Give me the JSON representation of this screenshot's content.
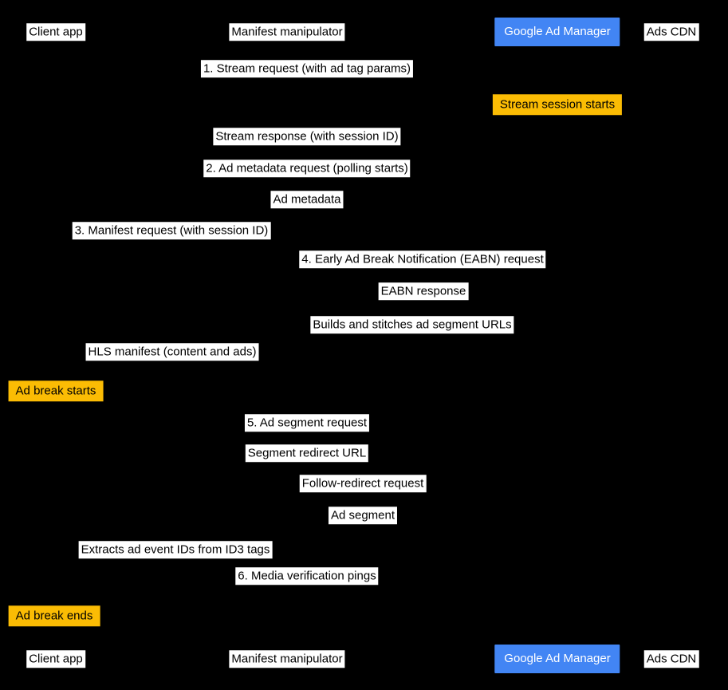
{
  "colors": {
    "background": "#000000",
    "actor_primary_bg": "#4285F4",
    "actor_primary_text": "#FFFFFF",
    "note_bg": "#FBBC04",
    "label_bg": "#FFFFFF",
    "label_text": "#000000"
  },
  "actors": {
    "client_app": "Client app",
    "manifest_manipulator": "Manifest manipulator",
    "google_ad_manager": "Google Ad Manager",
    "ads_cdn": "Ads CDN"
  },
  "messages": [
    {
      "label": "1. Stream request (with ad tag params)",
      "kind": "message"
    },
    {
      "label": "Stream session starts",
      "kind": "note"
    },
    {
      "label": "Stream response (with session ID)",
      "kind": "message"
    },
    {
      "label": "2. Ad metadata request (polling starts)",
      "kind": "message"
    },
    {
      "label": "Ad metadata",
      "kind": "message"
    },
    {
      "label": "3. Manifest request (with session ID)",
      "kind": "message"
    },
    {
      "label": "4. Early Ad Break Notification (EABN) request",
      "kind": "message"
    },
    {
      "label": "EABN response",
      "kind": "message"
    },
    {
      "label": "Builds and stitches ad segment URLs",
      "kind": "action"
    },
    {
      "label": "HLS manifest (content and ads)",
      "kind": "message"
    },
    {
      "label": "Ad break starts",
      "kind": "note"
    },
    {
      "label": "5. Ad segment request",
      "kind": "message"
    },
    {
      "label": "Segment redirect URL",
      "kind": "message"
    },
    {
      "label": "Follow-redirect request",
      "kind": "message"
    },
    {
      "label": "Ad segment",
      "kind": "message"
    },
    {
      "label": "Extracts ad event IDs from ID3 tags",
      "kind": "action"
    },
    {
      "label": "6. Media verification pings",
      "kind": "message"
    },
    {
      "label": "Ad break ends",
      "kind": "note"
    }
  ]
}
